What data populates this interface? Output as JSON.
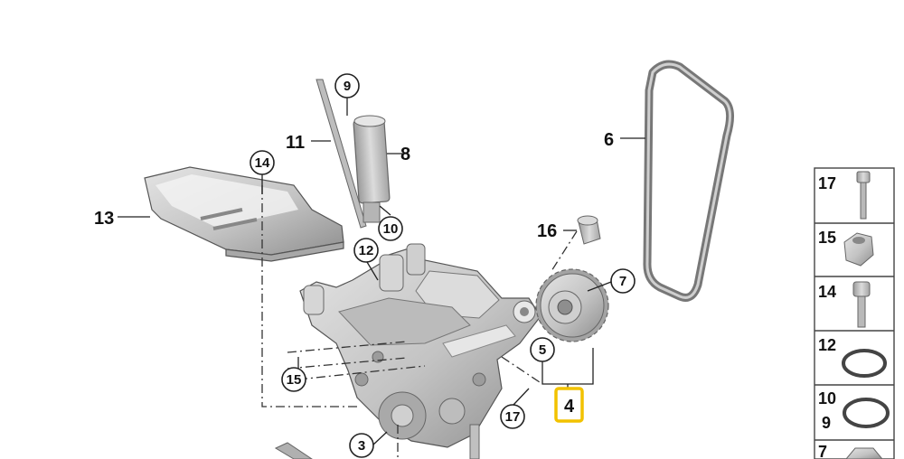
{
  "callouts": {
    "c9": "9",
    "c11": "11",
    "c8": "8",
    "c14": "14",
    "c13": "13",
    "c10": "10",
    "c12": "12",
    "c16": "16",
    "c6": "6",
    "c7": "7",
    "c5": "5",
    "c15": "15",
    "c17": "17",
    "c4": "4",
    "c3": "3"
  },
  "side_panel": [
    {
      "label": "17",
      "icon": "bolt-icon"
    },
    {
      "label": "15",
      "icon": "nut-icon"
    },
    {
      "label": "14",
      "icon": "bolt-icon"
    },
    {
      "label": "12",
      "icon": "o-ring-icon"
    },
    {
      "label": "10",
      "label2": "9",
      "icon": "o-ring-icon"
    },
    {
      "label": "7",
      "icon": "nut-icon"
    }
  ],
  "colors": {
    "highlight": "#f2c200",
    "part_fill": "#c8c8c8",
    "part_shadow": "#9a9a9a"
  }
}
